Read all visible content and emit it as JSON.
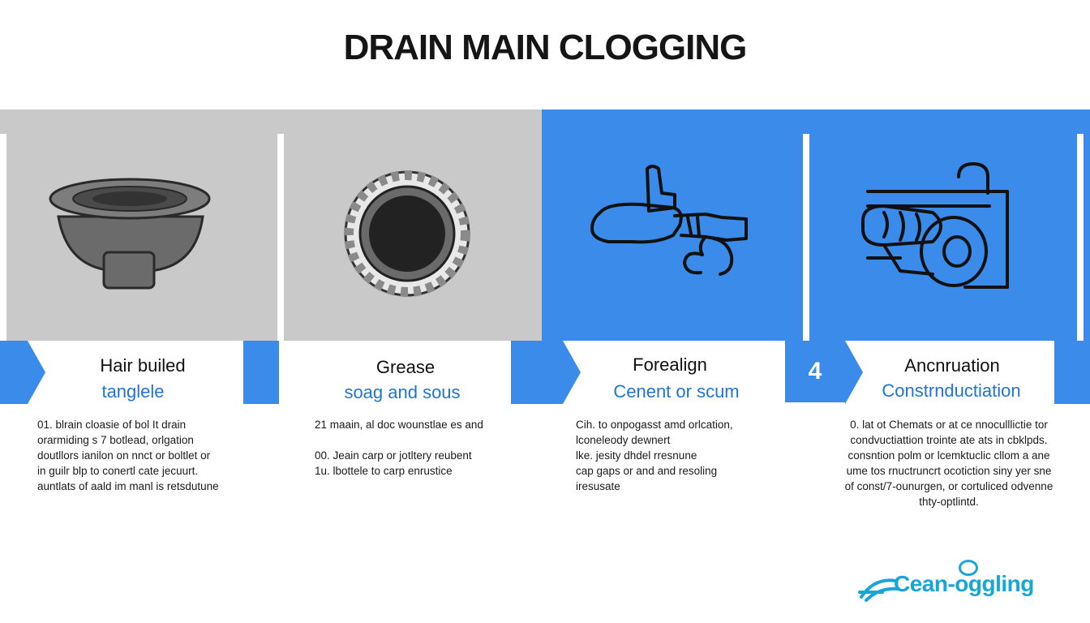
{
  "title": "DRAIN MAIN CLOGGING",
  "colors": {
    "accent": "#3b8beb",
    "panel_gray": "#c9c9c9",
    "subtitle_blue": "#1f74d6",
    "logo": "#17a7d6"
  },
  "causes": [
    {
      "icon": "drain-basin-icon",
      "name": "Hair builed",
      "sub": "tanglele",
      "desc": [
        "01. blrain cloasie of bol It drain",
        "orarmiding s 7 botlead, orlgation",
        "doutllors ianilon on nnct or boltlet or",
        "in guilr blp to conertl cate jecuurt.",
        "auntlats of aald im manl is retsdutune"
      ]
    },
    {
      "icon": "pipe-ring-icon",
      "name": "Grease",
      "sub": "soag and sous",
      "desc": [
        "21 maain, al doc wounstlae es and",
        "",
        "00. Jeain carp or jotltery reubent",
        "1u. lbottele to carp enrustice"
      ]
    },
    {
      "icon": "faucet-pipe-icon",
      "name": "Forealign",
      "sub": "Cenent or scum",
      "desc": [
        "Cih. to onpogasst amd orlcation,",
        "lconeleody dewnert",
        "lke. jesity dhdel rresnune",
        "cap gaps or and  and  resoling",
        "iresusate"
      ]
    },
    {
      "icon": "machine-pipe-icon",
      "number": "4",
      "name": "Ancnruation",
      "sub": "Constrnductiation",
      "desc": [
        "0. lat ot Chemats or at ce nnoculllictie tor",
        "condvuctiattion trointe ate ats in cbklpds.",
        "consntion polm or lcemktuclic cllom a ane",
        "ume tos rnuctruncrt ocotiction siny yer sne",
        "of const/7-ounurgen, or cortuliced odvenne",
        "thty-optlintd."
      ]
    }
  ],
  "logo": {
    "text": "Cean-oggling",
    "icon": "wave-logo-icon"
  }
}
